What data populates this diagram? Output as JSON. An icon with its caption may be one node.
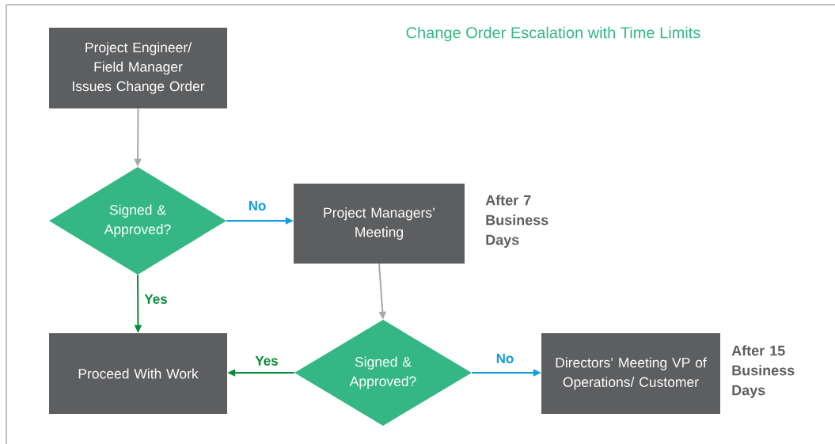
{
  "diagram": {
    "title": "Change Order Escalation with Time Limits",
    "nodes": [
      {
        "text": [
          "Project Engineer/ Field Manager Issues Change Order"
        ]
      },
      {
        "text": [
          "Signed & Approved?"
        ]
      },
      {
        "text": [
          "Project Managers’ Meeting"
        ],
        "beside": [
          "After 7 Business Days"
        ]
      },
      {
        "text": [
          "Signed & Approved?"
        ]
      },
      {
        "text": [
          "Proceed With Work"
        ]
      },
      {
        "text": [
          "Directors’ Meeting VP of Operations/ Customer"
        ],
        "beside": [
          "After 15 Business Days"
        ]
      }
    ],
    "edges": [
      {
        "from": 0,
        "to": 1,
        "arrow": "to",
        "color": "#a7a9ac"
      },
      {
        "from": 1,
        "to": 2,
        "arrow": "to",
        "label": "No",
        "color": "#0f9ddb"
      },
      {
        "from": 1,
        "to": 4,
        "arrow": "to",
        "label": "Yes",
        "color": "#0a8a3c"
      },
      {
        "from": 2,
        "to": 3,
        "arrow": "to",
        "color": "#a7a9ac"
      },
      {
        "from": 3,
        "to": 4,
        "arrow": "to",
        "label": "Yes",
        "color": "#0a8a3c"
      },
      {
        "from": 3,
        "to": 5,
        "arrow": "to",
        "label": "No",
        "color": "#0f9ddb"
      }
    ]
  }
}
